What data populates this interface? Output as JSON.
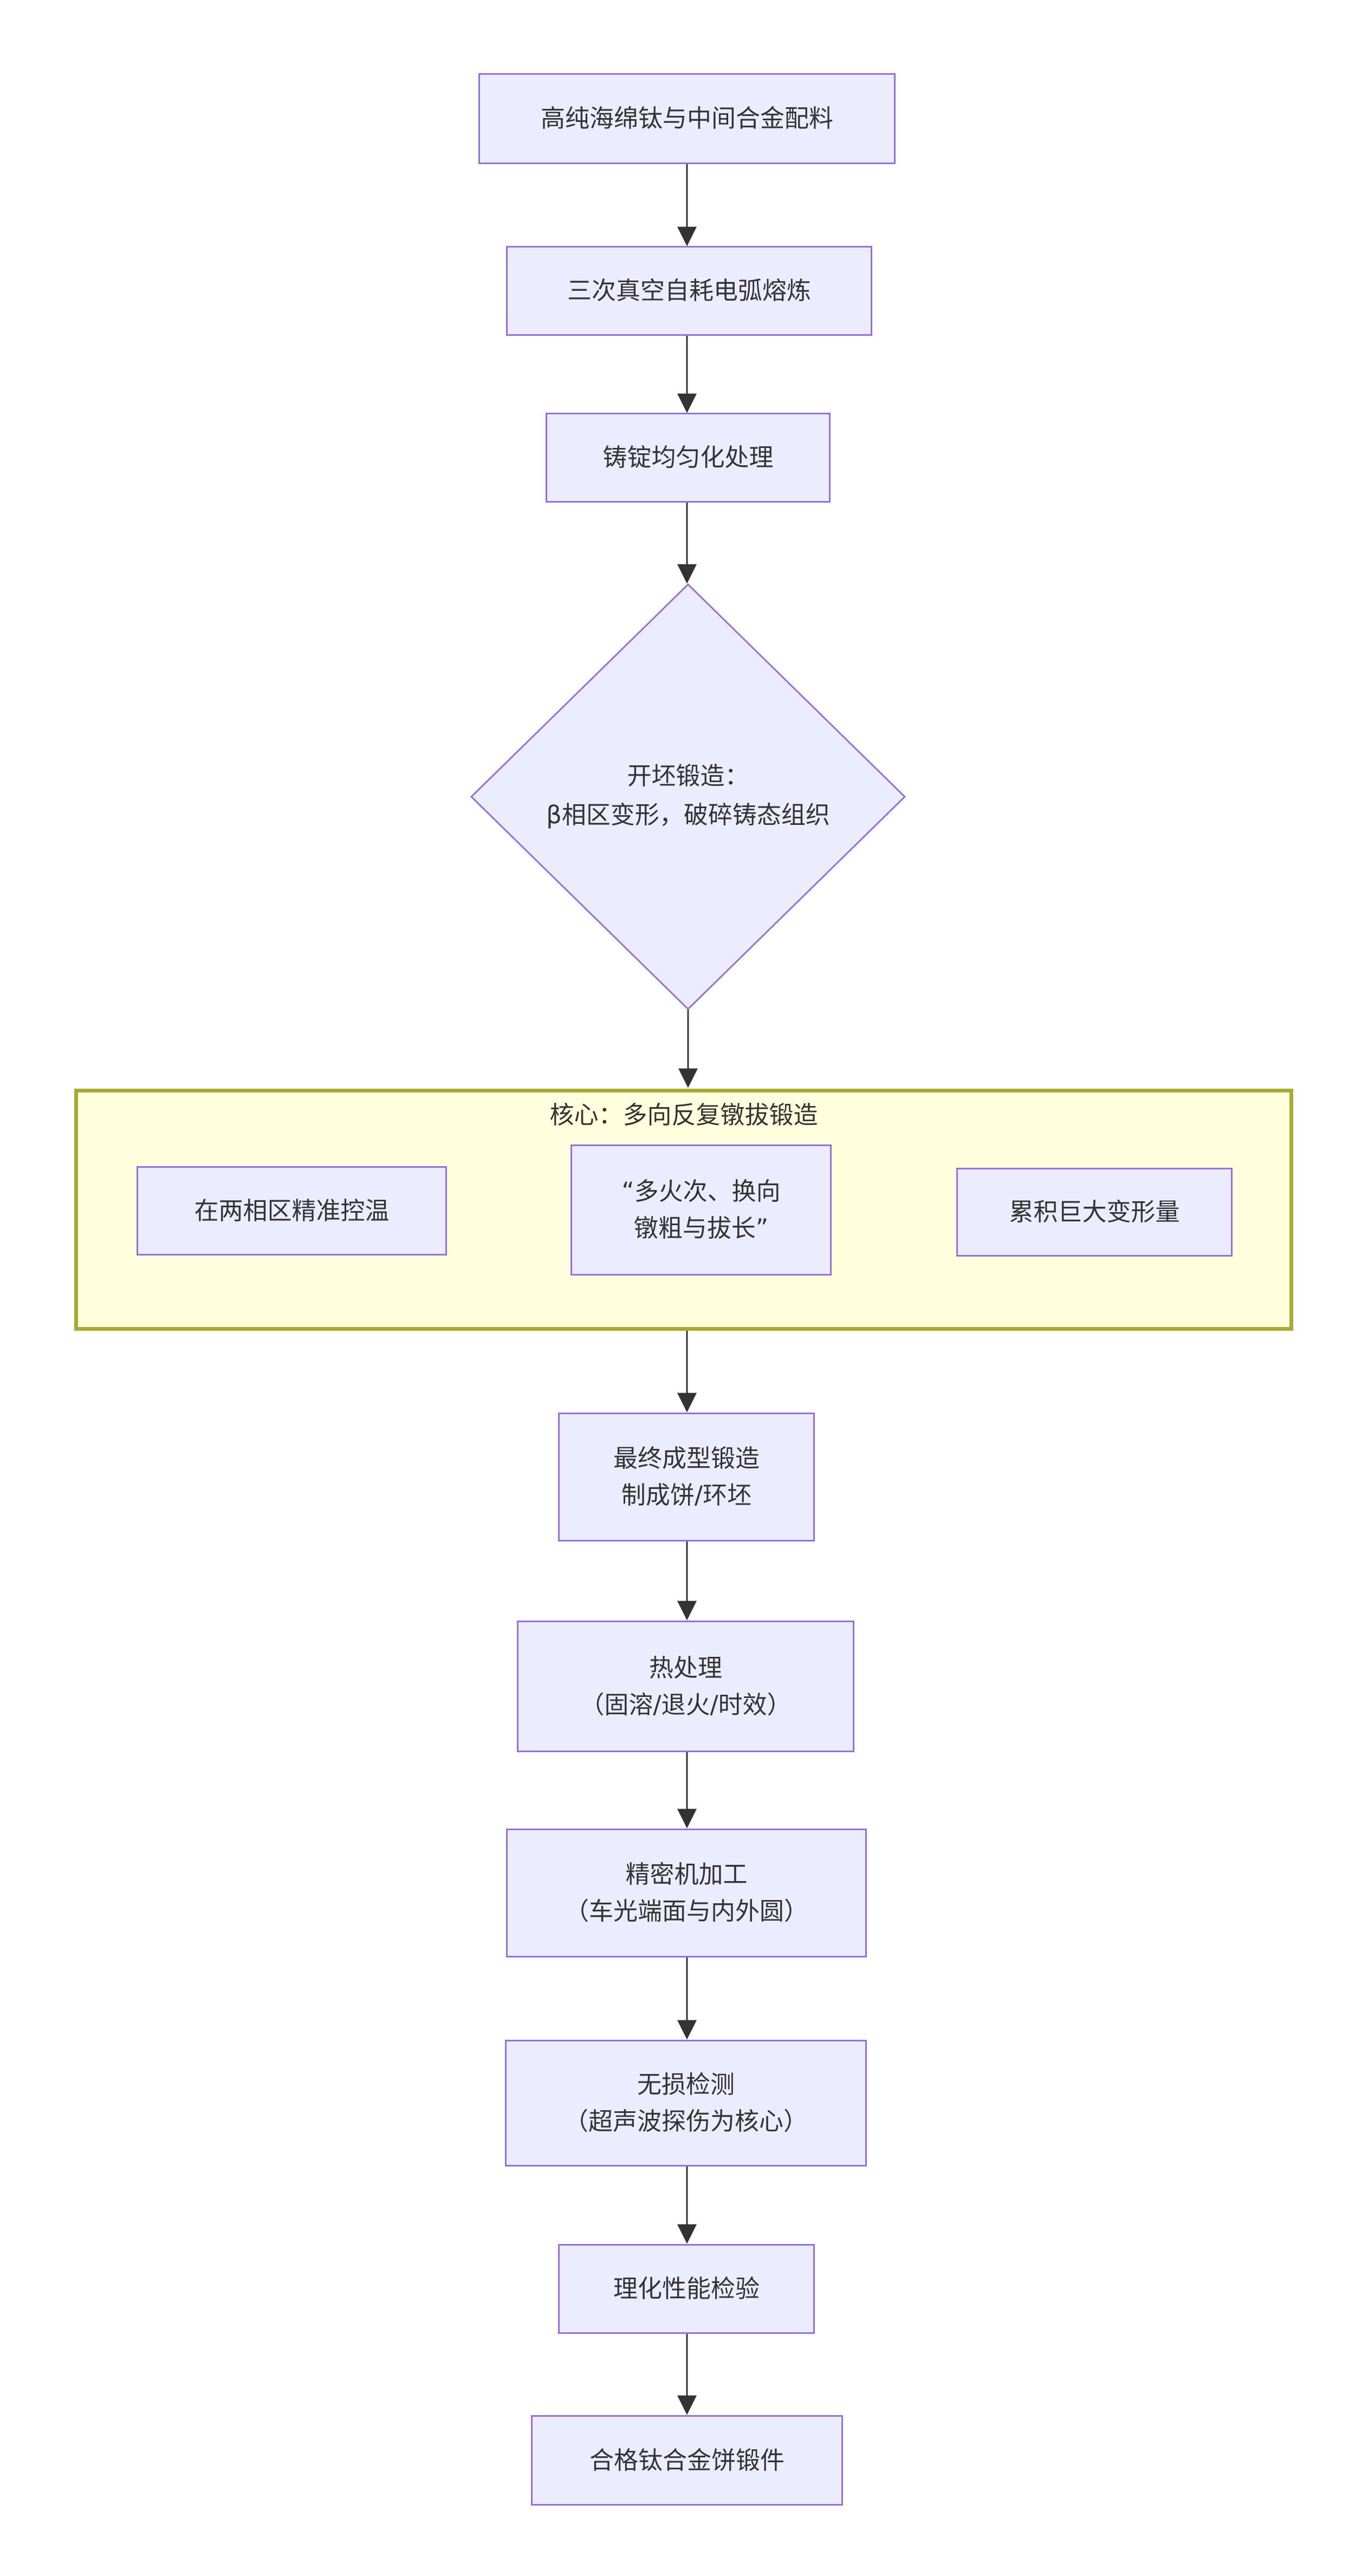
{
  "colors": {
    "page_bg": "#ffffff",
    "node_fill": "#ECECFF",
    "node_border": "#9370DB",
    "cluster_fill": "#FFFFDE",
    "cluster_border": "#AAAA33",
    "text": "#333333",
    "arrow": "#333333"
  },
  "flow": {
    "nodes": {
      "raw": "高纯海绵钛与中间合金配料",
      "melt": "三次真空自耗电弧熔炼",
      "homog": "铸锭均匀化处理",
      "cogging": "开坯锻造：\nβ相区变形，破碎铸态组织",
      "final_forging": "最终成型锻造\n制成饼/环坯",
      "heat_treatment": "热处理\n（固溶/退火/时效）",
      "machining": "精密机加工\n（车光端面与内外圆）",
      "ndt": "无损检测\n（超声波探伤为核心）",
      "property_test": "理化性能检验",
      "qualified": "合格钛合金饼锻件"
    },
    "cluster": {
      "title": "核心：多向反复镦拔锻造",
      "temp_control": "在两相区精准控温",
      "upset_drawing": "“多火次、换向\n镦粗与拔长”",
      "deformation": "累积巨大变形量"
    }
  }
}
